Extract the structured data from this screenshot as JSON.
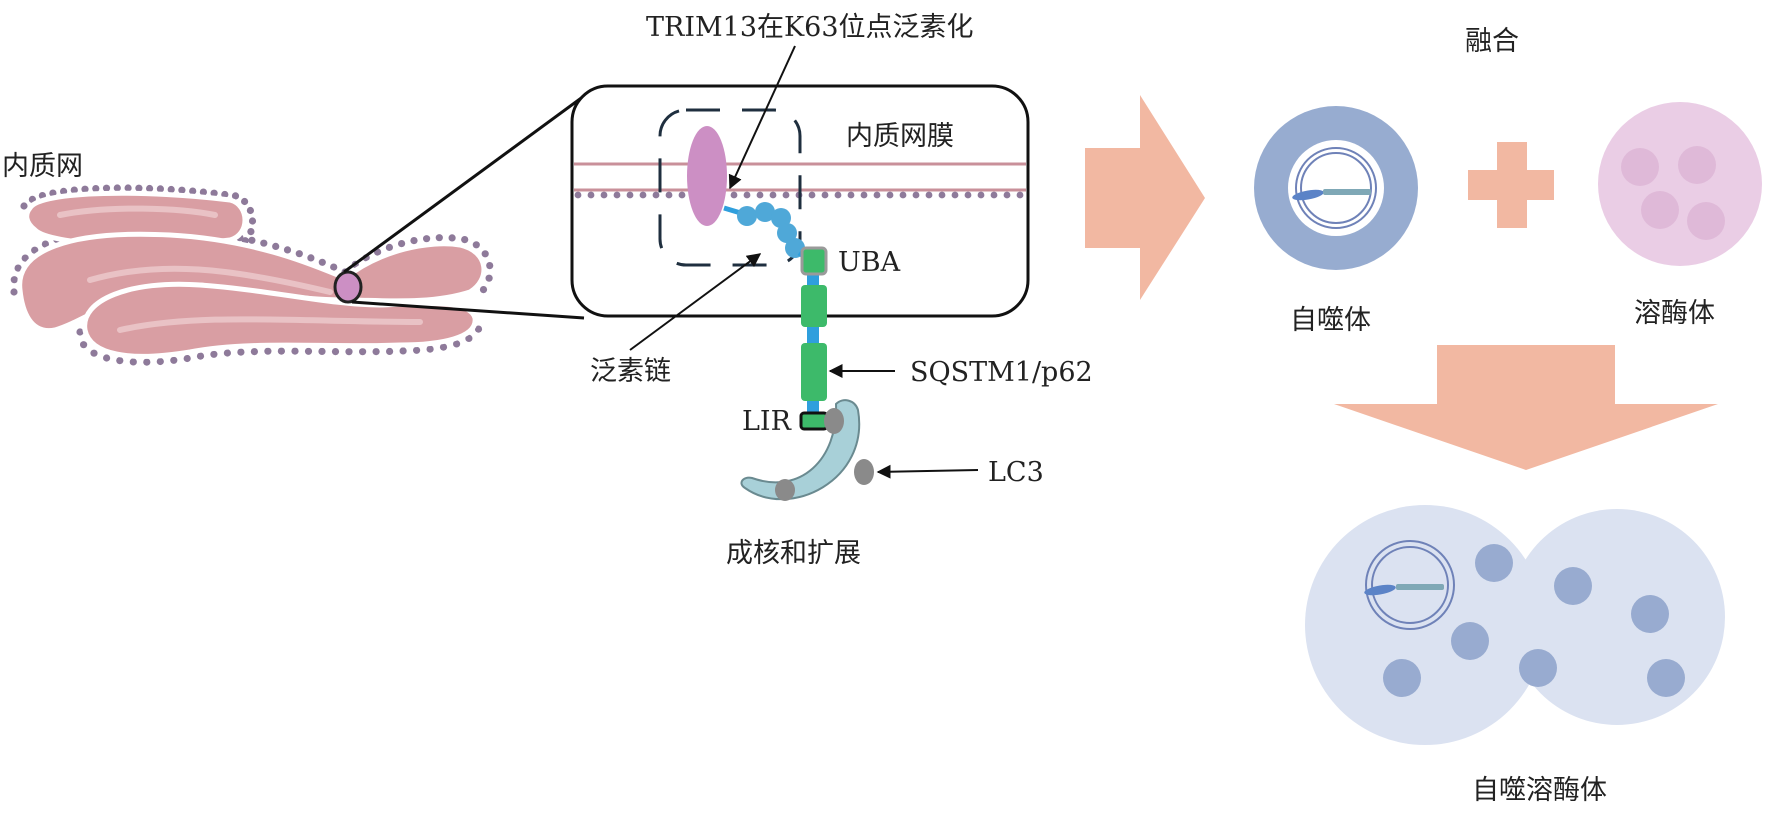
{
  "labels": {
    "er": "内质网",
    "trim13": "TRIM13在K63位点泛素化",
    "er_membrane": "内质网膜",
    "uba": "UBA",
    "ubiquitin_chain": "泛素链",
    "sqstm1": "SQSTM1/p62",
    "lir": "LIR",
    "lc3": "LC3",
    "nucleation": "成核和扩展",
    "fusion": "融合",
    "autophagosome": "自噬体",
    "lysosome": "溶酶体",
    "autolysosome": "自噬溶酶体"
  },
  "colors": {
    "er_fill": "#d99ea3",
    "er_outline": "#c07e86",
    "ribosome": "#8e7a9a",
    "membrane_line": "#c9909a",
    "trim13": "#cc8fc4",
    "ubiquitin": "#4fa8d8",
    "p62_segment": "#3dba6a",
    "p62_linker": "#2f9fdd",
    "lc3": "#8a8a8a",
    "phagophore": "#a8d0d8",
    "arrow": "#f2b8a2",
    "autophagosome_ring": "#97acd0",
    "lysosome": "#eacde5",
    "autolysosome": "#dbe2f1",
    "dots_blue": "#98abd0"
  }
}
